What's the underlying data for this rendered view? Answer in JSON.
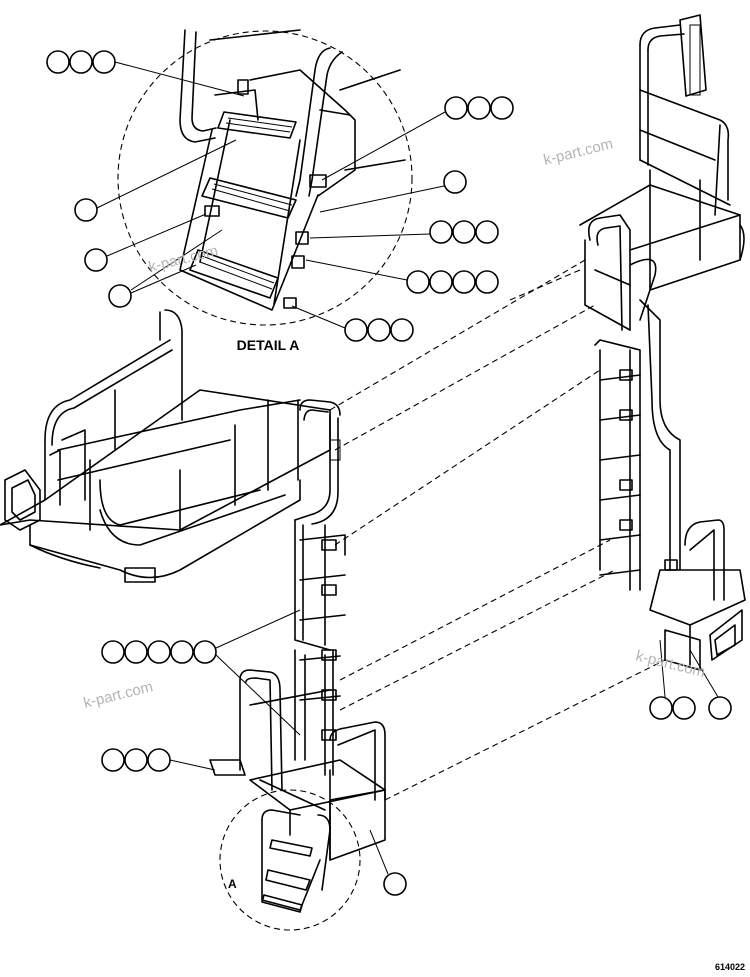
{
  "labels": {
    "detail_title": "DETAIL A",
    "detail_ref": "A",
    "figure_number": "614022"
  },
  "watermarks": [
    "k-part.com",
    "k-part.com",
    "k-part.com",
    "k-part.com"
  ],
  "balloon_groups": [
    3,
    3,
    1,
    3,
    1,
    4,
    1,
    3,
    5,
    3,
    1,
    3
  ],
  "colors": {
    "line": "#000000",
    "background": "#ffffff",
    "watermark": "#b4b4b4"
  }
}
